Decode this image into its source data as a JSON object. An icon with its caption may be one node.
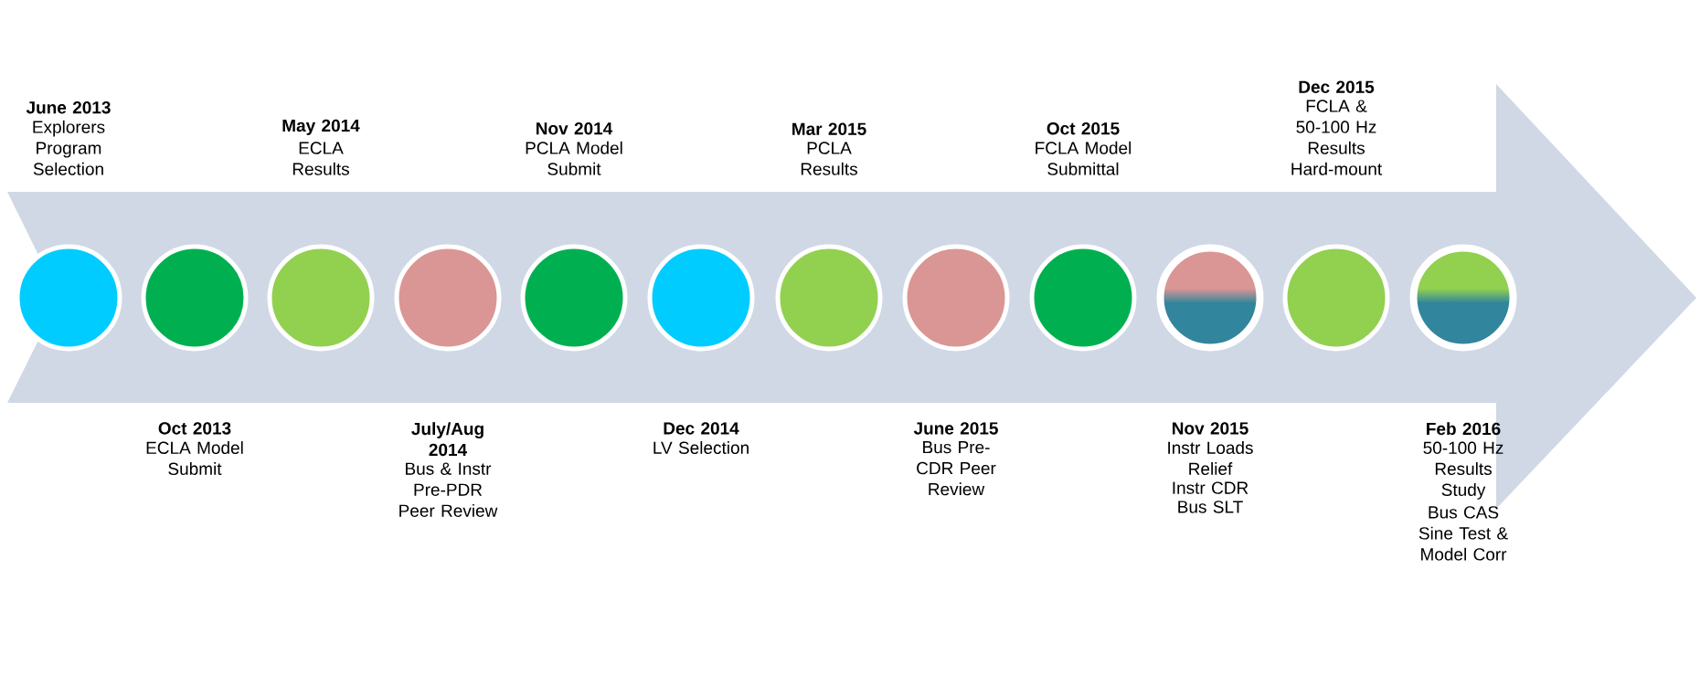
{
  "diagram": {
    "nodes": [
      {
        "text": [],
        "shape": "circle",
        "beside": [
          "June 2013",
          "Explorers Program Selection"
        ]
      },
      {
        "text": [],
        "shape": "circle",
        "beside": [
          "Oct 2013",
          "ECLA Model Submit"
        ]
      },
      {
        "text": [],
        "shape": "circle",
        "beside": [
          "May 2014",
          "ECLA Results"
        ]
      },
      {
        "text": [],
        "shape": "circle",
        "beside": [
          "July/Aug 2014",
          "Bus & Instr Pre-PDR Peer Review"
        ]
      },
      {
        "text": [],
        "shape": "circle",
        "beside": [
          "Nov 2014",
          "PCLA Model Submit"
        ]
      },
      {
        "text": [],
        "shape": "circle",
        "beside": [
          "Dec 2014",
          "LV Selection"
        ]
      },
      {
        "text": [],
        "shape": "circle",
        "beside": [
          "Mar 2015",
          "PCLA Results"
        ]
      },
      {
        "text": [],
        "shape": "circle",
        "beside": [
          "June 2015",
          "Bus Pre-CDR Peer Review"
        ]
      },
      {
        "text": [],
        "shape": "circle",
        "beside": [
          "Oct 2015",
          "FCLA Model Submittal"
        ]
      },
      {
        "text": [],
        "shape": "circle",
        "beside": [
          "Nov 2015",
          "Instr Loads Relief",
          "Instr CDR",
          "Bus SLT"
        ]
      },
      {
        "text": [],
        "shape": "circle",
        "beside": [
          "Dec 2015",
          "FCLA & 50-100 Hz Results Hard-mount"
        ]
      },
      {
        "text": [],
        "shape": "circle",
        "beside": [
          "Feb 2016",
          "50-100 Hz Results Study",
          "Bus CAS Sine Test & Model Corr"
        ]
      }
    ]
  }
}
